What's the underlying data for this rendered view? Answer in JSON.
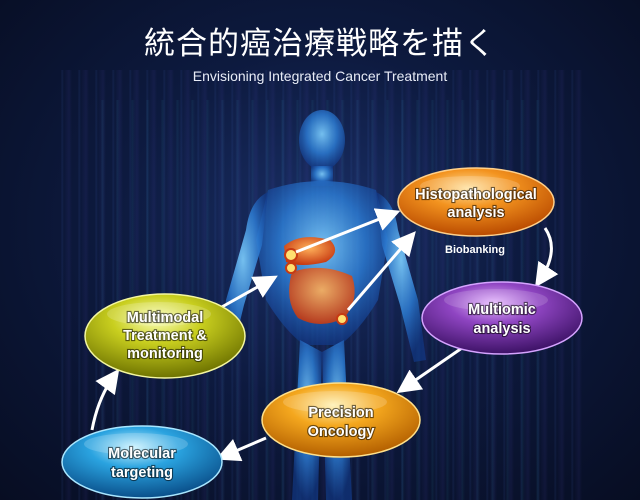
{
  "title": {
    "japanese": "統合的癌治療戦略を描く",
    "english": "Envisioning Integrated Cancer Treatment"
  },
  "nodes": {
    "histopathological": [
      "Histopathological",
      "analysis"
    ],
    "multiomic": [
      "Multiomic",
      "analysis"
    ],
    "precision": [
      "Precision",
      "Oncology"
    ],
    "molecular": [
      "Molecular",
      "targeting"
    ],
    "multimodal": [
      "Multimodal",
      "Treatment &",
      "monitoring"
    ]
  },
  "biobanking_label": "Biobanking",
  "colors": {
    "background": "#0a1430",
    "histopathological": "#f08a1c",
    "multiomic": "#8a3fb8",
    "precision": "#f3a51d",
    "molecular": "#2aa3e0",
    "multimodal": "#c9cf1f",
    "body": "#2d7fd8",
    "organ": "#e8501e"
  }
}
